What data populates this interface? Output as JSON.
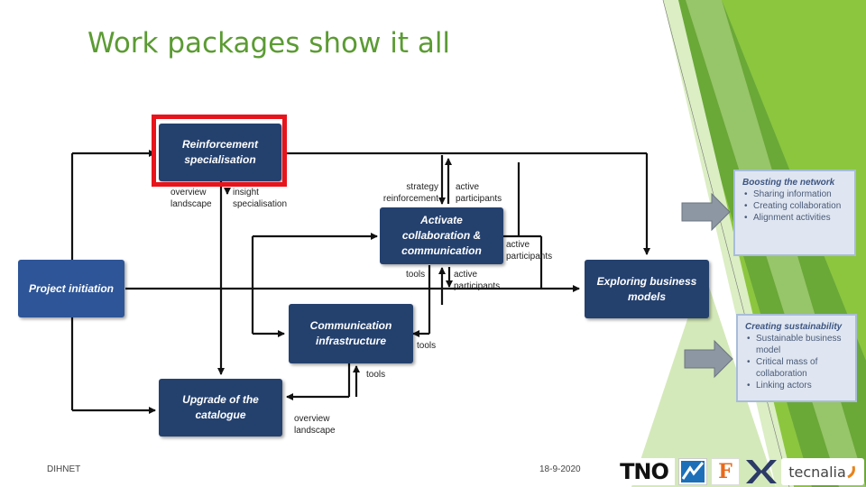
{
  "title": "Work packages show it all",
  "boxes": {
    "reinforcement": "Reinforcement specialisation",
    "initiation": "Project initiation",
    "activate": "Activate collaboration & communication",
    "communication": "Communication infrastructure",
    "upgrade": "Upgrade of the catalogue",
    "exploring": "Exploring business models"
  },
  "labels": {
    "overview_landscape_top": "overview landscape",
    "insight_specialisation": "insight specialisation",
    "strategy_reinforcement": "strategy reinforcement",
    "active_participants_top": "active participants",
    "active_participants_right": "active participants",
    "tools_activate": "tools",
    "active_participants_mid": "active participants",
    "tools_comm": "tools",
    "tools_bottom": "tools",
    "overview_landscape_bottom": "overview landscape"
  },
  "side_panels": {
    "boosting": {
      "heading": "Boosting the network",
      "items": [
        "Sharing information",
        "Creating collaboration",
        "Alignment activities"
      ]
    },
    "sustainability": {
      "heading": "Creating sustainability",
      "items": [
        "Sustainable business model",
        "Critical mass of collaboration",
        "Linking actors"
      ]
    }
  },
  "footer": {
    "left": "DIHNET",
    "date": "18-9-2020"
  },
  "logos": {
    "tno": "TNO",
    "fraunhofer_mark": "F",
    "tecnalia": "tecnalia"
  },
  "colors": {
    "title_green": "#5b9b33",
    "box_navy": "#24416e",
    "highlight_red": "#e8141b",
    "panel_fill": "#dfe6f1"
  }
}
